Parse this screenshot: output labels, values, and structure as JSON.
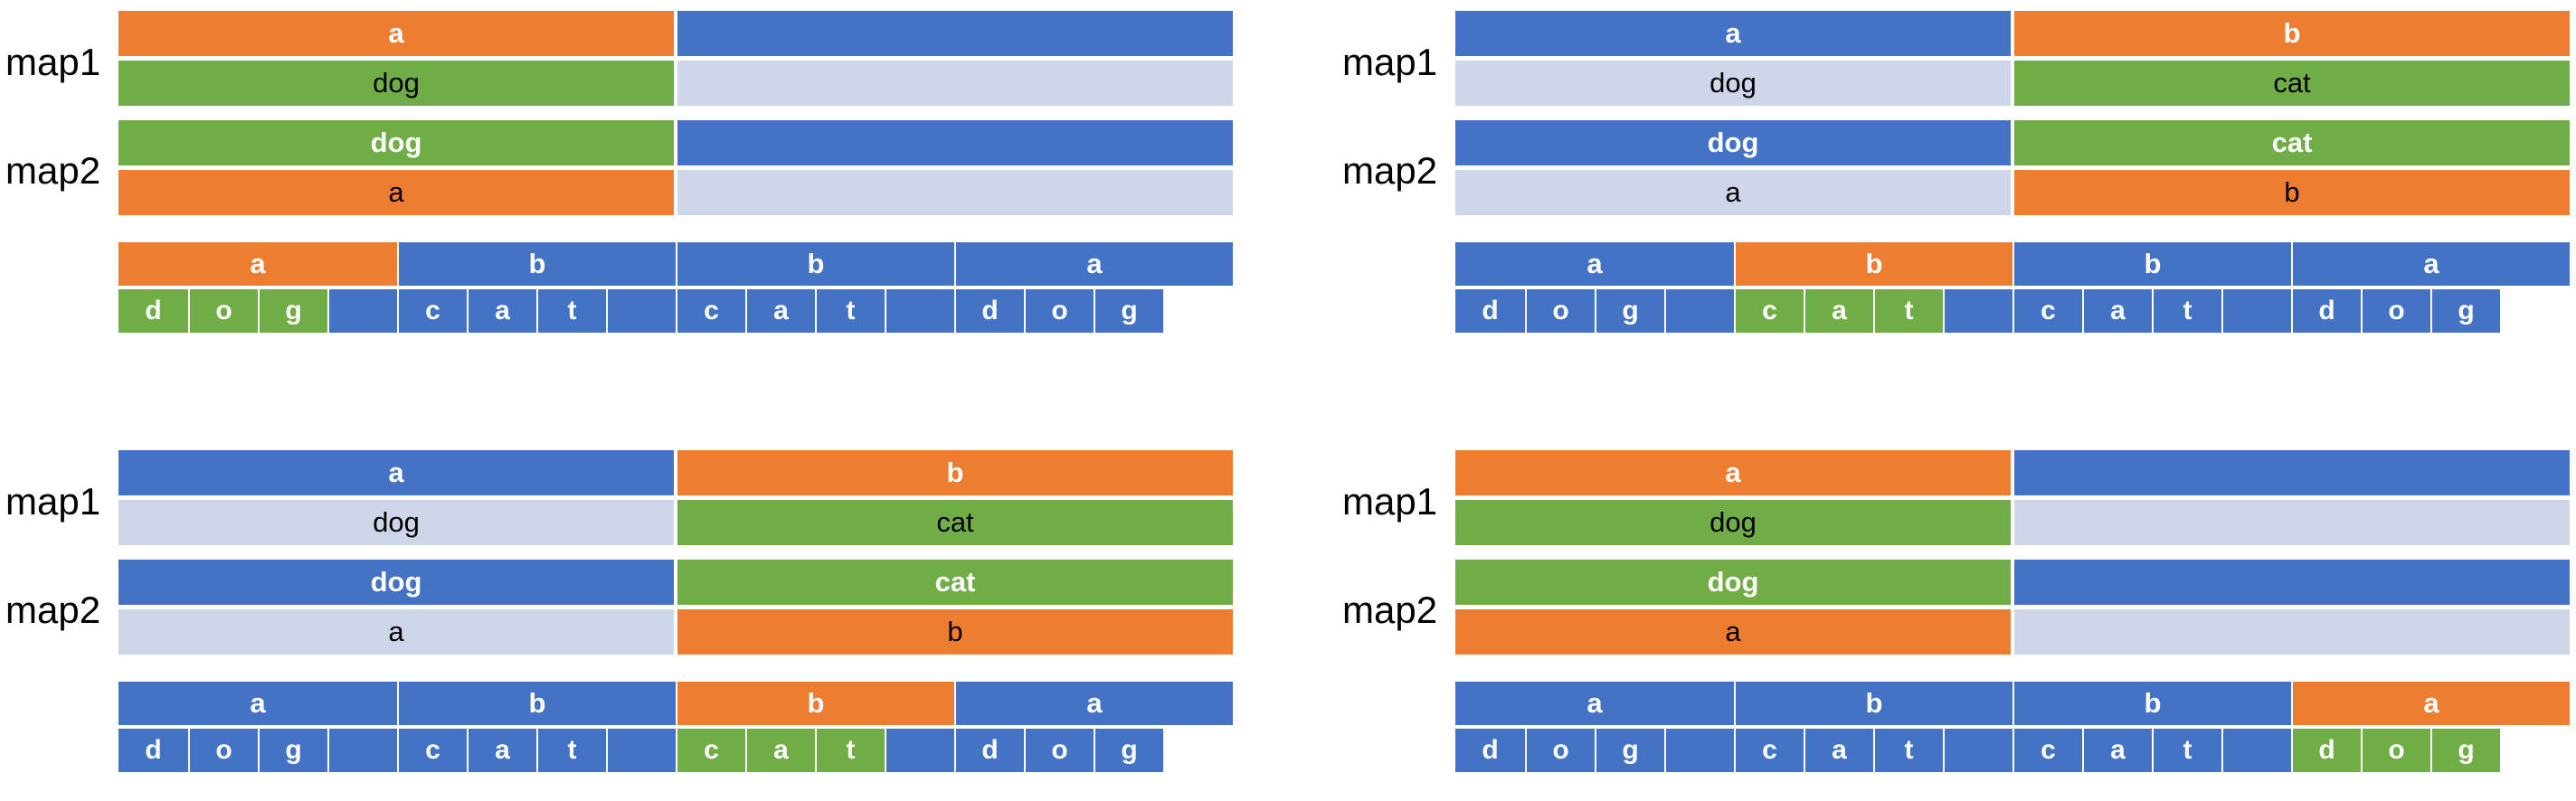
{
  "colors": {
    "orange": "#ED7D31",
    "blue": "#4472C4",
    "green": "#70AD47",
    "light": "#D0D6EA"
  },
  "labels": {
    "map1": "map1",
    "map2": "map2"
  },
  "panels": [
    {
      "map1_keys": [
        {
          "text": "a",
          "color": "orange"
        },
        {
          "text": "",
          "color": "blue"
        }
      ],
      "map1_values": [
        {
          "text": "dog",
          "color": "green"
        },
        {
          "text": "",
          "color": "light"
        }
      ],
      "map2_keys": [
        {
          "text": "dog",
          "color": "green"
        },
        {
          "text": "",
          "color": "blue"
        }
      ],
      "map2_values": [
        {
          "text": "a",
          "color": "orange"
        },
        {
          "text": "",
          "color": "light"
        }
      ],
      "pattern": [
        {
          "text": "a",
          "color": "orange"
        },
        {
          "text": "b",
          "color": "blue"
        },
        {
          "text": "b",
          "color": "blue"
        },
        {
          "text": "a",
          "color": "blue"
        }
      ],
      "string": [
        {
          "text": "d",
          "color": "green"
        },
        {
          "text": "o",
          "color": "green"
        },
        {
          "text": "g",
          "color": "green"
        },
        {
          "text": "",
          "color": "blue"
        },
        {
          "text": "c",
          "color": "blue"
        },
        {
          "text": "a",
          "color": "blue"
        },
        {
          "text": "t",
          "color": "blue"
        },
        {
          "text": "",
          "color": "blue"
        },
        {
          "text": "c",
          "color": "blue"
        },
        {
          "text": "a",
          "color": "blue"
        },
        {
          "text": "t",
          "color": "blue"
        },
        {
          "text": "",
          "color": "blue"
        },
        {
          "text": "d",
          "color": "blue"
        },
        {
          "text": "o",
          "color": "blue"
        },
        {
          "text": "g",
          "color": "blue"
        }
      ]
    },
    {
      "map1_keys": [
        {
          "text": "a",
          "color": "blue"
        },
        {
          "text": "b",
          "color": "orange"
        }
      ],
      "map1_values": [
        {
          "text": "dog",
          "color": "light"
        },
        {
          "text": "cat",
          "color": "green"
        }
      ],
      "map2_keys": [
        {
          "text": "dog",
          "color": "blue"
        },
        {
          "text": "cat",
          "color": "green"
        }
      ],
      "map2_values": [
        {
          "text": "a",
          "color": "light"
        },
        {
          "text": "b",
          "color": "orange"
        }
      ],
      "pattern": [
        {
          "text": "a",
          "color": "blue"
        },
        {
          "text": "b",
          "color": "orange"
        },
        {
          "text": "b",
          "color": "blue"
        },
        {
          "text": "a",
          "color": "blue"
        }
      ],
      "string": [
        {
          "text": "d",
          "color": "blue"
        },
        {
          "text": "o",
          "color": "blue"
        },
        {
          "text": "g",
          "color": "blue"
        },
        {
          "text": "",
          "color": "blue"
        },
        {
          "text": "c",
          "color": "green"
        },
        {
          "text": "a",
          "color": "green"
        },
        {
          "text": "t",
          "color": "green"
        },
        {
          "text": "",
          "color": "blue"
        },
        {
          "text": "c",
          "color": "blue"
        },
        {
          "text": "a",
          "color": "blue"
        },
        {
          "text": "t",
          "color": "blue"
        },
        {
          "text": "",
          "color": "blue"
        },
        {
          "text": "d",
          "color": "blue"
        },
        {
          "text": "o",
          "color": "blue"
        },
        {
          "text": "g",
          "color": "blue"
        }
      ]
    },
    {
      "map1_keys": [
        {
          "text": "a",
          "color": "blue"
        },
        {
          "text": "b",
          "color": "orange"
        }
      ],
      "map1_values": [
        {
          "text": "dog",
          "color": "light"
        },
        {
          "text": "cat",
          "color": "green"
        }
      ],
      "map2_keys": [
        {
          "text": "dog",
          "color": "blue"
        },
        {
          "text": "cat",
          "color": "green"
        }
      ],
      "map2_values": [
        {
          "text": "a",
          "color": "light"
        },
        {
          "text": "b",
          "color": "orange"
        }
      ],
      "pattern": [
        {
          "text": "a",
          "color": "blue"
        },
        {
          "text": "b",
          "color": "blue"
        },
        {
          "text": "b",
          "color": "orange"
        },
        {
          "text": "a",
          "color": "blue"
        }
      ],
      "string": [
        {
          "text": "d",
          "color": "blue"
        },
        {
          "text": "o",
          "color": "blue"
        },
        {
          "text": "g",
          "color": "blue"
        },
        {
          "text": "",
          "color": "blue"
        },
        {
          "text": "c",
          "color": "blue"
        },
        {
          "text": "a",
          "color": "blue"
        },
        {
          "text": "t",
          "color": "blue"
        },
        {
          "text": "",
          "color": "blue"
        },
        {
          "text": "c",
          "color": "green"
        },
        {
          "text": "a",
          "color": "green"
        },
        {
          "text": "t",
          "color": "green"
        },
        {
          "text": "",
          "color": "blue"
        },
        {
          "text": "d",
          "color": "blue"
        },
        {
          "text": "o",
          "color": "blue"
        },
        {
          "text": "g",
          "color": "blue"
        }
      ]
    },
    {
      "map1_keys": [
        {
          "text": "a",
          "color": "orange"
        },
        {
          "text": "",
          "color": "blue"
        }
      ],
      "map1_values": [
        {
          "text": "dog",
          "color": "green"
        },
        {
          "text": "",
          "color": "light"
        }
      ],
      "map2_keys": [
        {
          "text": "dog",
          "color": "green"
        },
        {
          "text": "",
          "color": "blue"
        }
      ],
      "map2_values": [
        {
          "text": "a",
          "color": "orange"
        },
        {
          "text": "",
          "color": "light"
        }
      ],
      "pattern": [
        {
          "text": "a",
          "color": "blue"
        },
        {
          "text": "b",
          "color": "blue"
        },
        {
          "text": "b",
          "color": "blue"
        },
        {
          "text": "a",
          "color": "orange"
        }
      ],
      "string": [
        {
          "text": "d",
          "color": "blue"
        },
        {
          "text": "o",
          "color": "blue"
        },
        {
          "text": "g",
          "color": "blue"
        },
        {
          "text": "",
          "color": "blue"
        },
        {
          "text": "c",
          "color": "blue"
        },
        {
          "text": "a",
          "color": "blue"
        },
        {
          "text": "t",
          "color": "blue"
        },
        {
          "text": "",
          "color": "blue"
        },
        {
          "text": "c",
          "color": "blue"
        },
        {
          "text": "a",
          "color": "blue"
        },
        {
          "text": "t",
          "color": "blue"
        },
        {
          "text": "",
          "color": "blue"
        },
        {
          "text": "d",
          "color": "green"
        },
        {
          "text": "o",
          "color": "green"
        },
        {
          "text": "g",
          "color": "green"
        }
      ]
    }
  ]
}
